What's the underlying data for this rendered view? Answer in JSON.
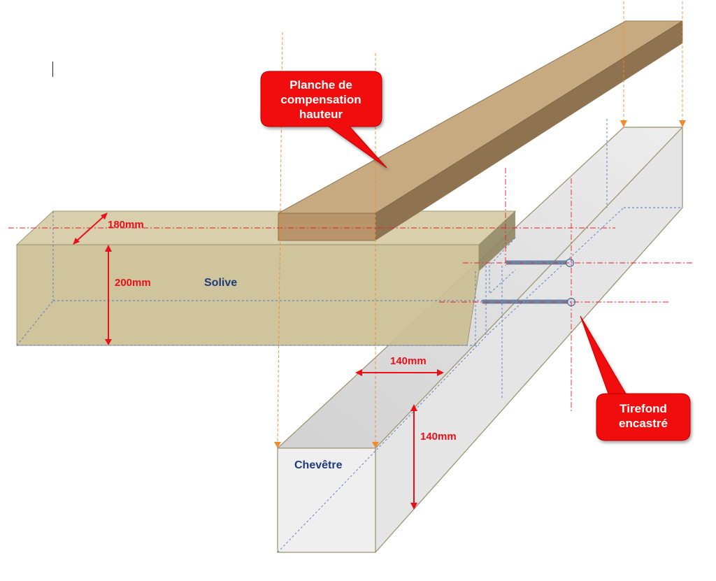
{
  "colors": {
    "joist_front": "#cfc39a",
    "joist_top": "#d7cda8",
    "joist_side": "#8f8660",
    "plank_top": "#c9ab82",
    "plank_front": "#b8956a",
    "plank_side": "#917452",
    "header_face": "#ebebeb",
    "header_left": "#d6d6d6",
    "header_right": "#e3e3e3",
    "dimension": "#e8101a",
    "guide_orange": "#f08a2c",
    "axis_red": "#e8202a",
    "hidden_blue": "#4a78c0",
    "bolt": "#6a8fb0",
    "callout_fill": "#f10a0a",
    "label_blue": "#1f3a7a"
  },
  "dimensions": {
    "joist_width": "180mm",
    "joist_height": "200mm",
    "header_width": "140mm",
    "header_height": "140mm"
  },
  "labels": {
    "joist": "Solive",
    "header": "Chevêtre"
  },
  "callouts": {
    "plank_lines": [
      "Planche de",
      "compensation",
      "hauteur"
    ],
    "screw_lines": [
      "Tirefond",
      "encastré"
    ]
  }
}
